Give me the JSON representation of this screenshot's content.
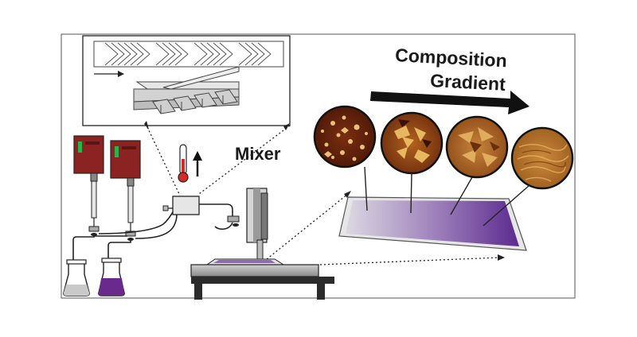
{
  "labels": {
    "mixer": "Mixer",
    "composition": "Composition",
    "gradient": "Gradient"
  },
  "colors": {
    "pump_body": "#8b2323",
    "pump_display": "#29b34a",
    "flask_a_liquid": "#c9c9c9",
    "flask_b_liquid": "#6a2a8c",
    "thermometer_bulb": "#d42a2a",
    "substrate_gradient_start": "#d9d6df",
    "substrate_gradient_end": "#5b2a8f",
    "afm_dark": "#6b2a0c",
    "afm_light": "#e0a43a"
  },
  "icons": {
    "temperature": "thermometer-icon",
    "increase": "up-arrow-icon"
  }
}
